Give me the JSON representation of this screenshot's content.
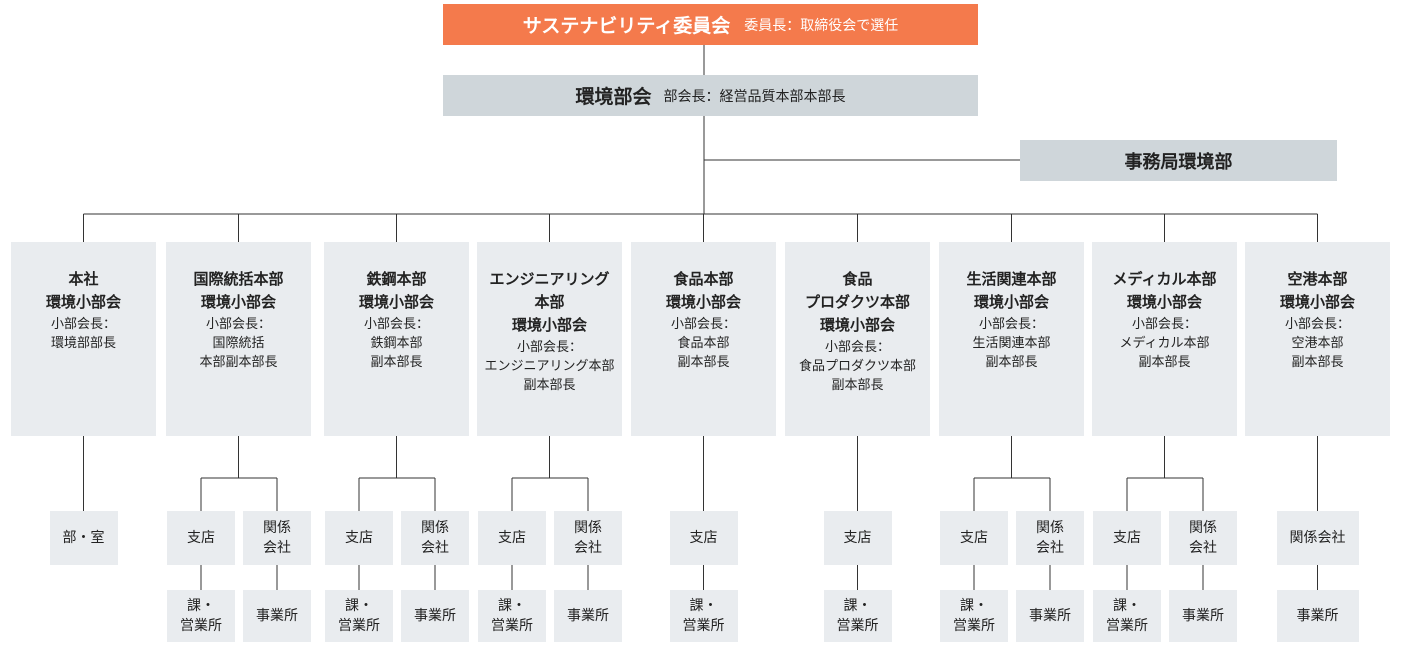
{
  "committee": {
    "title": "サステナビリティ委員会",
    "chair": "委員長：取締役会で選任"
  },
  "env_council": {
    "title": "環境部会",
    "chair": "部会長：経営品質本部本部長"
  },
  "secretariat": {
    "title": "事務局環境部"
  },
  "divisions": [
    {
      "title": "本社\n環境小部会",
      "chair": "小部会長：\n環境部部長",
      "children": [
        {
          "label": "部・室",
          "sub": null
        }
      ]
    },
    {
      "title": "国際統括本部\n環境小部会",
      "chair": "小部会長：\n国際統括\n本部副本部長",
      "children": [
        {
          "label": "支店",
          "sub": "課・\n営業所"
        },
        {
          "label": "関係\n会社",
          "sub": "事業所"
        }
      ]
    },
    {
      "title": "鉄鋼本部\n環境小部会",
      "chair": "小部会長：\n鉄鋼本部\n副本部長",
      "children": [
        {
          "label": "支店",
          "sub": "課・\n営業所"
        },
        {
          "label": "関係\n会社",
          "sub": "事業所"
        }
      ]
    },
    {
      "title": "エンジニアリング\n本部\n環境小部会",
      "chair": "小部会長：\nエンジニアリング本部\n副本部長",
      "children": [
        {
          "label": "支店",
          "sub": "課・\n営業所"
        },
        {
          "label": "関係\n会社",
          "sub": "事業所"
        }
      ]
    },
    {
      "title": "食品本部\n環境小部会",
      "chair": "小部会長：\n食品本部\n副本部長",
      "children": [
        {
          "label": "支店",
          "sub": "課・\n営業所"
        }
      ]
    },
    {
      "title": "食品\nプロダクツ本部\n環境小部会",
      "chair": "小部会長：\n食品プロダクツ本部\n副本部長",
      "children": [
        {
          "label": "支店",
          "sub": "課・\n営業所"
        }
      ]
    },
    {
      "title": "生活関連本部\n環境小部会",
      "chair": "小部会長：\n生活関連本部\n副本部長",
      "children": [
        {
          "label": "支店",
          "sub": "課・\n営業所"
        },
        {
          "label": "関係\n会社",
          "sub": "事業所"
        }
      ]
    },
    {
      "title": "メディカル本部\n環境小部会",
      "chair": "小部会長：\nメディカル本部\n副本部長",
      "children": [
        {
          "label": "支店",
          "sub": "課・\n営業所"
        },
        {
          "label": "関係\n会社",
          "sub": "事業所"
        }
      ]
    },
    {
      "title": "空港本部\n環境小部会",
      "chair": "小部会長：\n空港本部\n副本部長",
      "children": [
        {
          "label": "関係会社",
          "sub": "事業所"
        }
      ]
    }
  ],
  "colors": {
    "committee": "#f47a4c",
    "council": "#cfd6da",
    "node": "#e9ecef",
    "line": "#333333"
  }
}
